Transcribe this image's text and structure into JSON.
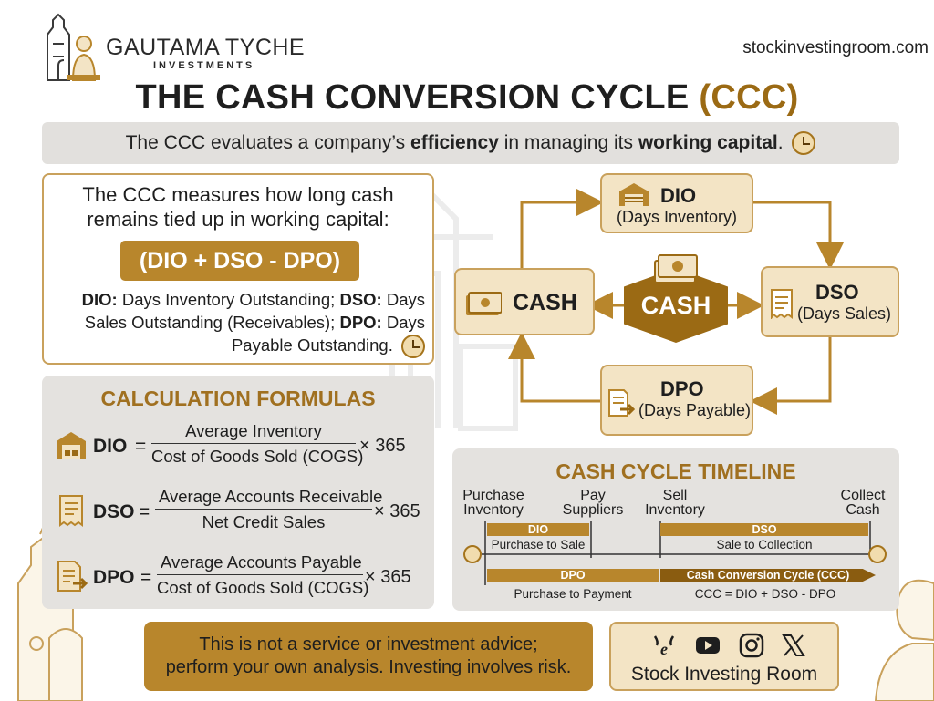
{
  "brand": {
    "name": "GAUTAMA TYCHE",
    "sub": "INVESTMENTS",
    "site": "stockinvestingroom.com"
  },
  "title": {
    "main": "THE CASH CONVERSION CYCLE",
    "accent": "(CCC)"
  },
  "banner": {
    "pre": "The CCC evaluates a company’s ",
    "b1": "efficiency",
    "mid": " in managing its ",
    "b2": "working capital",
    "post": "."
  },
  "intro": {
    "heading_line1": "The CCC measures how long cash",
    "heading_line2": "remains tied up in working capital:",
    "formula": "(DIO + DSO - DPO)",
    "def": [
      {
        "abbr": "DIO:",
        "text": " Days Inventory Outstanding; "
      },
      {
        "abbr": "DSO:",
        "text": " Days Sales Outstanding (Receivables); "
      },
      {
        "abbr": "DPO:",
        "text": " Days Payable Outstanding."
      }
    ]
  },
  "calc": {
    "heading": "CALCULATION FORMULAS",
    "rows": [
      {
        "name": "DIO",
        "eq": "=",
        "num": "Average Inventory",
        "den": "Cost of Goods Sold (COGS)",
        "mult": "× 365",
        "icon": "warehouse-icon"
      },
      {
        "name": "DSO",
        "eq": "=",
        "num": "Average Accounts Receivable",
        "den": "Net Credit Sales",
        "mult": "× 365",
        "icon": "receipt-icon"
      },
      {
        "name": "DPO",
        "eq": "=",
        "num": "Average Accounts Payable",
        "den": "Cost of Goods Sold (COGS)",
        "mult": "× 365",
        "icon": "document-out-icon"
      }
    ]
  },
  "cycle": {
    "dio": {
      "name": "DIO",
      "sub": "(Days Inventory)"
    },
    "dso": {
      "name": "DSO",
      "sub": "(Days Sales)"
    },
    "dpo": {
      "name": "DPO",
      "sub": "(Days Payable)"
    },
    "cash_left": "CASH",
    "cash_center": "CASH"
  },
  "timeline": {
    "heading": "CASH CYCLE TIMELINE",
    "labels": {
      "purchase": [
        "Purchase",
        "Inventory"
      ],
      "pay": [
        "Pay",
        "Suppliers"
      ],
      "sell": [
        "Sell",
        "Inventory"
      ],
      "collect": [
        "Collect",
        "Cash"
      ]
    },
    "bars": {
      "dio": "DIO",
      "dio_sub": "Purchase to Sale",
      "dso": "DSO",
      "dso_sub": "Sale to Collection",
      "dpo": "DPO",
      "dpo_sub": "Purchase to Payment",
      "ccc": "Cash Conversion Cycle (CCC)",
      "ccc_sub": "CCC = DIO + DSO - DPO"
    }
  },
  "footer": {
    "disclaimer_line1": "This is not a service or investment advice;",
    "disclaimer_line2": "perform your own analysis. Investing involves risk.",
    "social_name": "Stock Investing Room",
    "social_icons": [
      "etoro-icon",
      "youtube-icon",
      "instagram-icon",
      "x-icon"
    ]
  },
  "colors": {
    "accent": "#b8862c",
    "accent_dark": "#9b6a14",
    "panel": "#e4e2df",
    "node_fill": "#f3e4c5"
  }
}
